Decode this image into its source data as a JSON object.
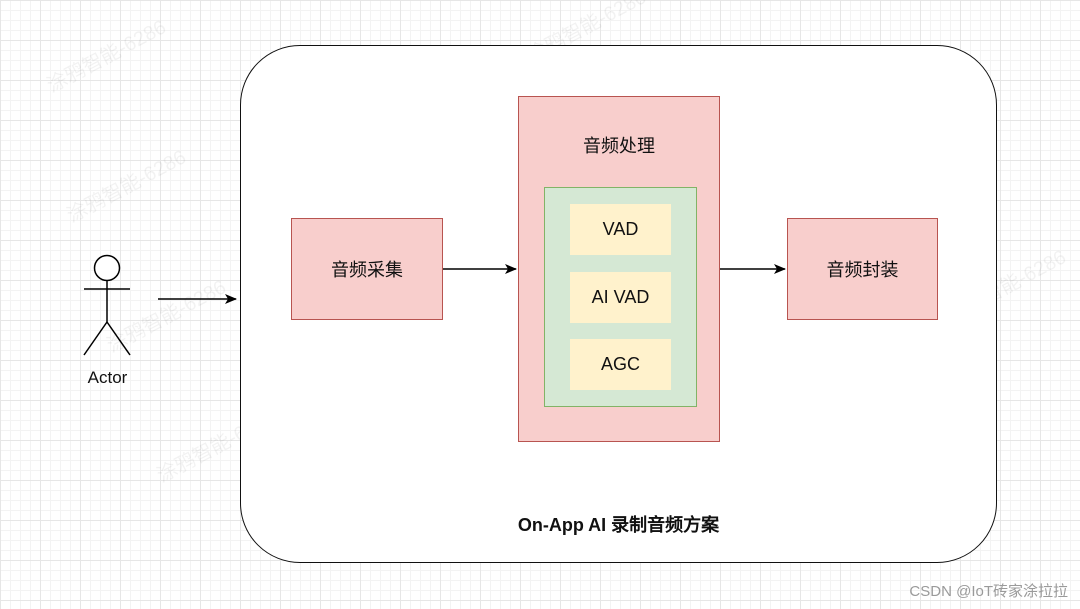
{
  "diagram": {
    "actor": {
      "label": "Actor"
    },
    "capture": {
      "label": "音频采集"
    },
    "processing": {
      "title": "音频处理",
      "items": [
        "VAD",
        "AI VAD",
        "AGC"
      ]
    },
    "packaging": {
      "label": "音频封装"
    },
    "container": {
      "label": "On-App AI 录制音频方案"
    }
  },
  "watermark": {
    "corner": "CSDN @IoT砖家涂拉拉",
    "tiled": "涂鸦智能-6286"
  },
  "colors": {
    "red_fill": "#f8cecc",
    "red_stroke": "#b85450",
    "green_fill": "#d5e8d4",
    "green_stroke": "#82b366",
    "yellow_fill": "#fff2cc"
  }
}
